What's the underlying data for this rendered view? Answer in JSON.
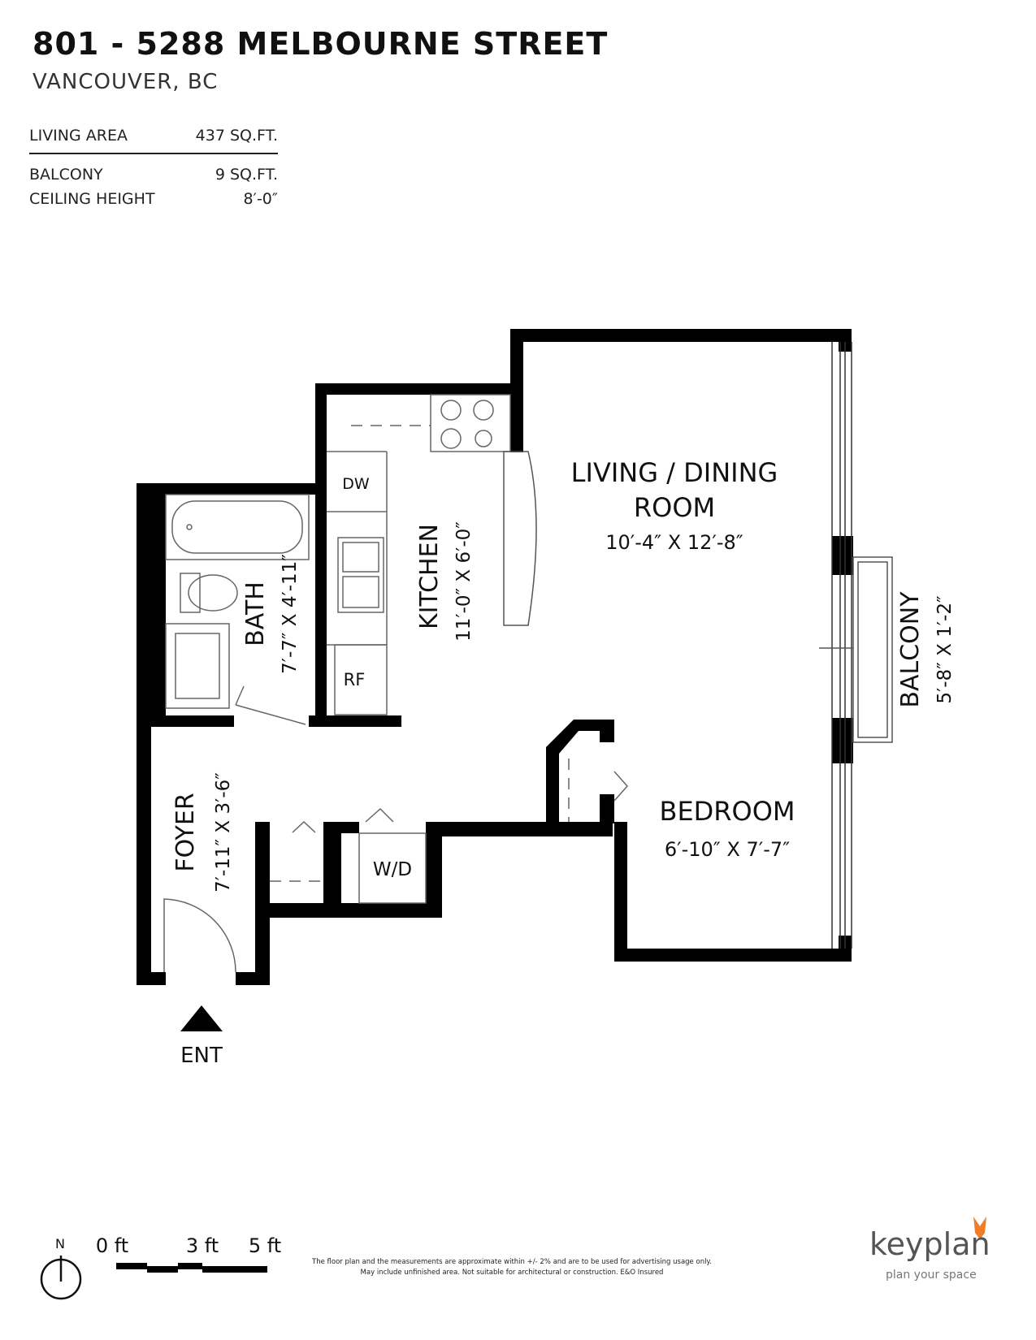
{
  "header": {
    "title": "801 - 5288 MELBOURNE STREET",
    "subtitle": "VANCOUVER, BC"
  },
  "stats": [
    {
      "label": "LIVING AREA",
      "value": "437 SQ.FT."
    },
    {
      "label": "BALCONY",
      "value": "9 SQ.FT."
    },
    {
      "label": "CEILING HEIGHT",
      "value": "8′-0″"
    }
  ],
  "rooms": {
    "living": {
      "name_line1": "LIVING / DINING",
      "name_line2": "ROOM",
      "dims": "10′-4″  X  12′-8″"
    },
    "kitchen": {
      "name": "KITCHEN",
      "dims": "11′-0″  X  6′-0″"
    },
    "bath": {
      "name": "BATH",
      "dims": "7′-7″ X 4′-11″"
    },
    "foyer": {
      "name": "FOYER",
      "dims": "7′-11″ X 3′-6″"
    },
    "bedroom": {
      "name": "BEDROOM",
      "dims": "6′-10″  X  7′-7″"
    },
    "balcony": {
      "name": "BALCONY",
      "dims": "5′-8″  X  1′-2″"
    }
  },
  "fixtures": {
    "dw": "DW",
    "rf": "RF",
    "wd": "W/D"
  },
  "entrance_label": "ENT",
  "compass_label": "N",
  "scale": {
    "labels": [
      "0 ft",
      "3 ft",
      "5 ft"
    ]
  },
  "disclaimer": {
    "line1": "The floor plan and the measurements are approximate within +/- 2% and are to be used for advertising usage only.",
    "line2": "May include unfinished area. Not suitable for architectural or construction. E&O Insured"
  },
  "logo": {
    "name": "keyplan",
    "tagline": "plan your space",
    "accent_color": "#f07d2a"
  }
}
